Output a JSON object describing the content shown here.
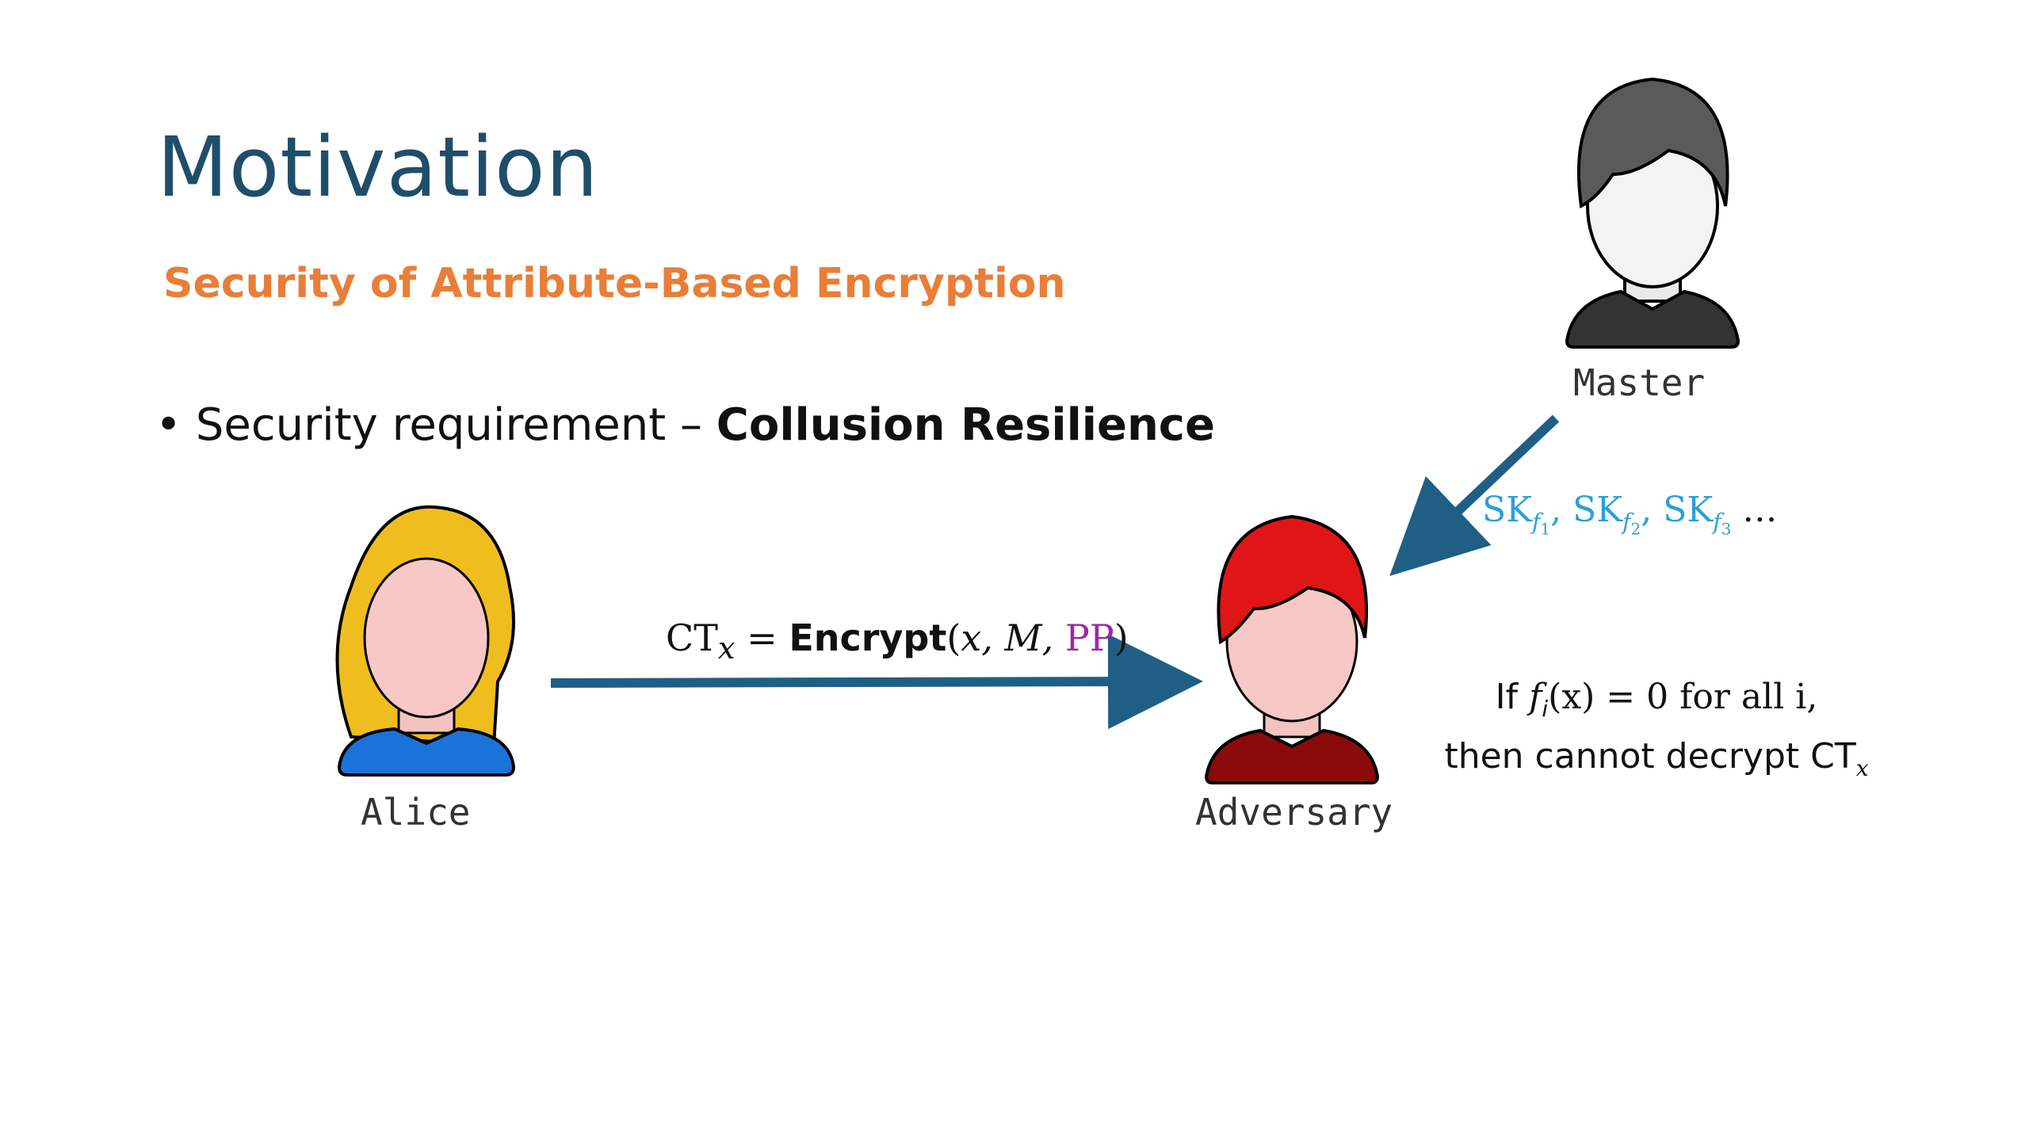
{
  "slide": {
    "title": "Motivation",
    "subtitle": "Security of Attribute-Based Encryption",
    "bullet": {
      "marker": "•",
      "text": "Security requirement – ",
      "emphasis": "Collusion Resilience"
    }
  },
  "people": {
    "master": {
      "label": "Master",
      "hair_color": "#555555",
      "shirt_color": "#333333"
    },
    "alice": {
      "label": "Alice",
      "hair_color": "#f2c12e",
      "shirt_color": "#1a73d9"
    },
    "adversary": {
      "label": "Adversary",
      "hair_color": "#e01515",
      "shirt_color": "#8b0a0a"
    }
  },
  "message": {
    "ct": "CT",
    "ct_sub": "x",
    "eq": " = ",
    "fn": "Encrypt",
    "open": "(",
    "args": "x, M, ",
    "pp": "PP",
    "close": ")"
  },
  "keys": {
    "sk": "SK",
    "f": "f",
    "i1": "1",
    "i2": "2",
    "i3": "3",
    "sep": ", ",
    "dots": " …"
  },
  "condition": {
    "if": "If ",
    "f": "f",
    "i": "i",
    "rest1": "(x) = 0 for all i,",
    "line2": "then cannot decrypt CT",
    "x": "x"
  },
  "colors": {
    "arrow": "#1f5f85",
    "title": "#1f4e6a",
    "subtitle": "#e87e38",
    "keys": "#2aa0d8",
    "pp": "#9b2aa0"
  }
}
